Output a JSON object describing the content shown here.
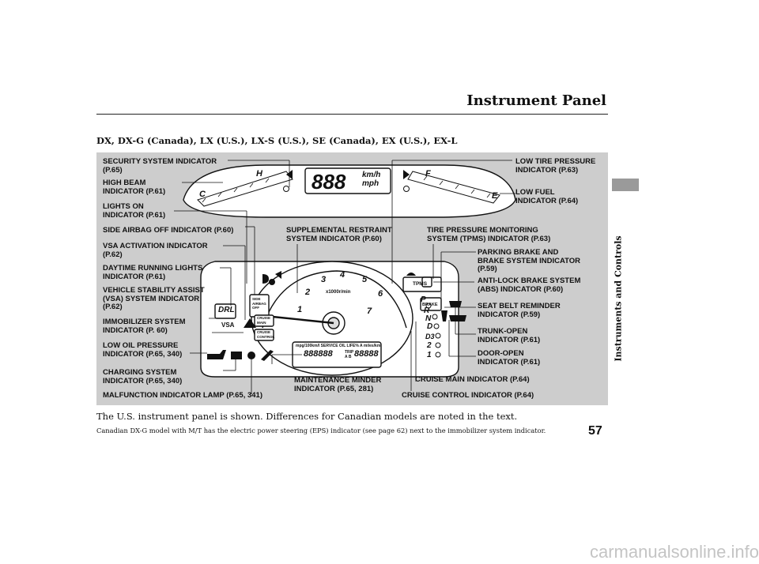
{
  "page": {
    "title": "Instrument Panel",
    "models_heading": "DX, DX-G (Canada), LX (U.S.), LX-S (U.S.), SE (Canada), EX (U.S.), EX-L",
    "body_text": "The U.S. instrument panel is shown. Differences for Canadian models are noted in the text.",
    "footnote": "Canadian DX-G model with M/T has the electric power steering (EPS) indicator (see page 62) next to the immobilizer system indicator.",
    "side_section": "Instruments and Controls",
    "page_number": "57",
    "watermark": "carmanualsonline.info"
  },
  "callouts": {
    "left": [
      "SECURITY SYSTEM INDICATOR\n(P.65)",
      "HIGH BEAM\nINDICATOR (P.61)",
      "LIGHTS ON\nINDICATOR (P.61)",
      "SIDE AIRBAG OFF INDICATOR (P.60)",
      "VSA ACTIVATION INDICATOR\n(P.62)",
      "DAYTIME RUNNING LIGHTS\nINDICATOR (P.61)",
      "VEHICLE STABILITY ASSIST\n(VSA) SYSTEM INDICATOR\n(P.62)",
      "IMMOBILIZER SYSTEM\nINDICATOR (P. 60)",
      "LOW OIL PRESSURE\nINDICATOR (P.65, 340)",
      "CHARGING SYSTEM\nINDICATOR (P.65, 340)",
      "MALFUNCTION INDICATOR LAMP (P.65, 341)"
    ],
    "center": [
      "SUPPLEMENTAL RESTRAINT\nSYSTEM INDICATOR (P.60)",
      "TIRE PRESSURE MONITORING\nSYSTEM (TPMS) INDICATOR (P.63)",
      "MAINTENANCE MINDER\nINDICATOR (P.65, 281)",
      "CRUISE MAIN INDICATOR (P.64)",
      "CRUISE CONTROL INDICATOR (P.64)"
    ],
    "right": [
      "LOW TIRE PRESSURE\nINDICATOR (P.63)",
      "LOW FUEL\nINDICATOR (P.64)",
      "PARKING BRAKE AND\nBRAKE SYSTEM INDICATOR\n(P.59)",
      "ANTI-LOCK BRAKE SYSTEM\n(ABS) INDICATOR (P.60)",
      "SEAT BELT REMINDER\nINDICATOR (P.59)",
      "TRUNK-OPEN\nINDICATOR (P.61)",
      "DOOR-OPEN\nINDICATOR (P.61)"
    ]
  },
  "dash": {
    "speed_digits": "888",
    "speed_unit": "km/h\nmph",
    "temp_hot": "H",
    "temp_cold": "C",
    "fuel_full": "F",
    "fuel_empty": "E",
    "tach_numbers": [
      "1",
      "2",
      "3",
      "4",
      "5",
      "6",
      "7"
    ],
    "tach_unit": "x1000r/min",
    "odometer_text": "mpg/100km/l SERVICE OIL LIFE% A miles/km",
    "odometer_digits": "888888",
    "trip_digits": "88888",
    "trip_labels": "TRIP\nA B",
    "gears": [
      "P",
      "R",
      "N",
      "D",
      "D3",
      "2",
      "1"
    ],
    "tpms": "TPMS",
    "brake": "BRAKE",
    "drl": "DRL",
    "vsa": "VSA",
    "side_airbag_off": "SIDE\nAIRBAG\nOFF",
    "cruise_main": "CRUISE\nMAIN",
    "cruise_control": "CRUISE\nCONTROL"
  },
  "colors": {
    "panel_gray": "#cdcdcd",
    "side_tab": "#9a9a9a",
    "dark": "#111111"
  }
}
